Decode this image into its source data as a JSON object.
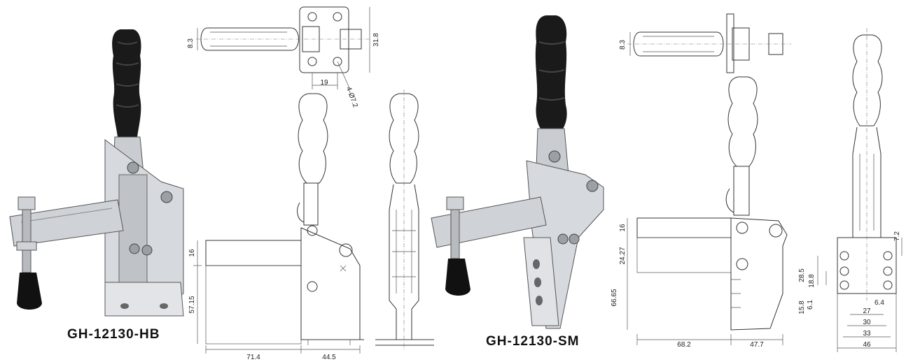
{
  "products": [
    {
      "model": "GH-12130-HB",
      "dimensions": {
        "slot_width": "8.3",
        "base_height": "31.8",
        "hole_spacing": "19",
        "holes": "4-Ø7.2",
        "pivot_offset": "16",
        "height": "57.15",
        "arm_length": "71.4",
        "base_length": "44.5"
      }
    },
    {
      "model": "GH-12130-SM",
      "dimensions": {
        "slot_width": "8.3",
        "pivot_offset": "16",
        "upper_height": "24.27",
        "height": "66.65",
        "arm_length": "68.2",
        "base_length": "47.7",
        "side_offset": "7.2",
        "hole_pitch_1": "28.5",
        "hole_pitch_2": "18.8",
        "hole_pitch_3": "15.8",
        "hole_pitch_4": "6.1",
        "hole_dia": "6.4",
        "width_1": "27",
        "width_2": "30",
        "width_3": "33",
        "width_4": "46"
      }
    }
  ]
}
